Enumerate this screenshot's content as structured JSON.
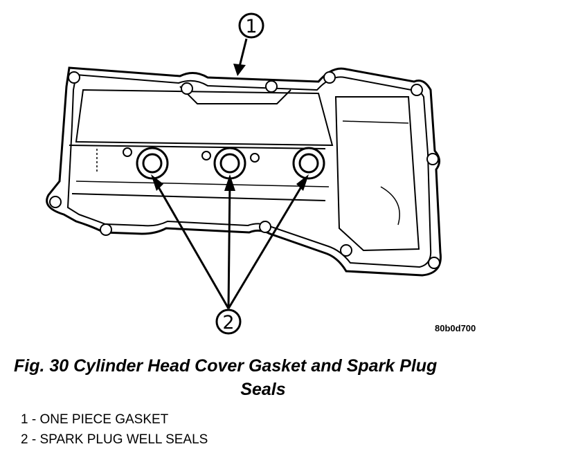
{
  "callouts": {
    "one": "1",
    "two": "2"
  },
  "figure_code": "80b0d700",
  "caption": {
    "line1": "Fig. 30 Cylinder Head Cover Gasket and Spark Plug",
    "line2": "Seals"
  },
  "legend": [
    {
      "text": "1 - ONE PIECE GASKET"
    },
    {
      "text": "2 - SPARK PLUG WELL SEALS"
    }
  ]
}
